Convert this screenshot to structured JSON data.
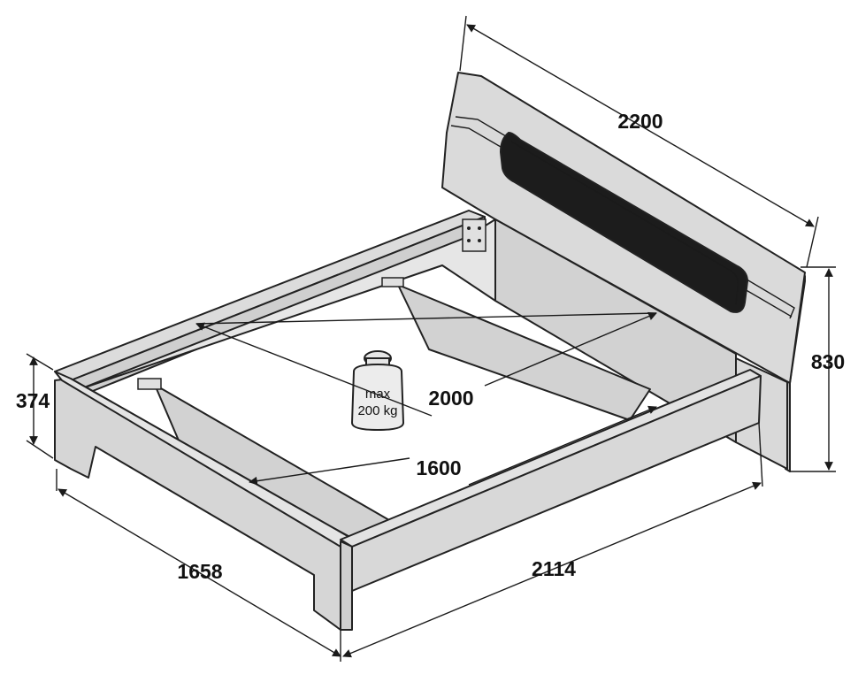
{
  "dimensions": {
    "headboard_width": "2200",
    "headboard_height": "830",
    "side_height": "374",
    "inner_length": "2000",
    "inner_width": "1600",
    "outer_width": "1658",
    "outer_length": "2114"
  },
  "weight": {
    "line1": "max",
    "line2": "200 kg"
  },
  "colors": {
    "panel_light": "#ececec",
    "panel_mid": "#dcdcdc",
    "panel_dark": "#c8c8c8",
    "headboard_insert": "#1c1c1c",
    "outline": "#222222"
  }
}
